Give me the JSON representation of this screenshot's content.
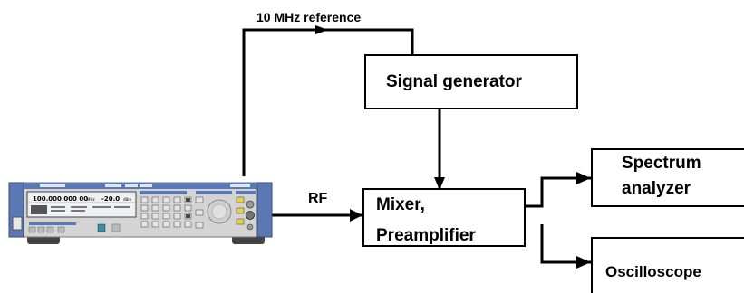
{
  "connections": {
    "reference_label": "10 MHz reference",
    "rf_label": "RF"
  },
  "blocks": {
    "signal_generator": "Signal generator",
    "mixer_line1": "Mixer,",
    "mixer_line2": "Preamplifier",
    "spectrum_line1": "Spectrum",
    "spectrum_line2": "analyzer",
    "oscilloscope": "Oscilloscope"
  },
  "instrument": {
    "display_frequency": "100.000 000 00",
    "display_freq_unit": "MHz",
    "display_level": "-20.0",
    "display_level_unit": "dBm"
  },
  "colors": {
    "line": "#000000",
    "panel_blue": "#5a78b4",
    "panel_gray": "#d4d4d4",
    "display_bg": "#eef0f2",
    "panel_dark": "#3a3a3a"
  }
}
